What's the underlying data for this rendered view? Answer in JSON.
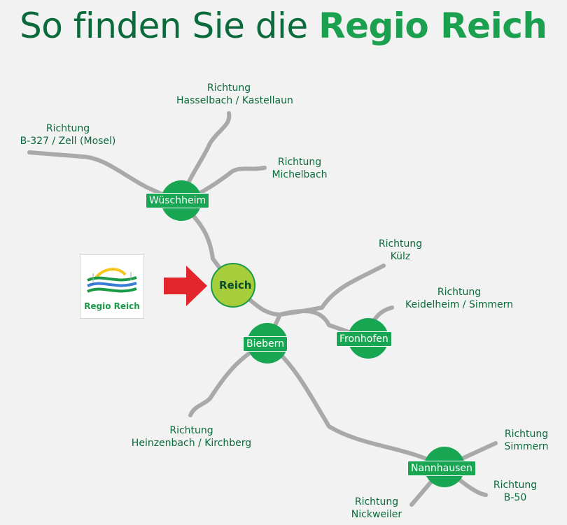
{
  "title": {
    "prefix": "So finden Sie die",
    "brand": "Regio Reich"
  },
  "logo": {
    "text": "Regio Reich"
  },
  "towns": {
    "wueschheim": "Wüschheim",
    "reich": "Reich",
    "biebern": "Biebern",
    "fronhofen": "Fronhofen",
    "nannhausen": "Nannhausen"
  },
  "directions": {
    "hasselbach": {
      "line1": "Richtung",
      "line2": "Hasselbach / Kastellaun"
    },
    "b327": {
      "line1": "Richtung",
      "line2": "B-327 / Zell (Mosel)"
    },
    "michelbach": {
      "line1": "Richtung",
      "line2": "Michelbach"
    },
    "kuelz": {
      "line1": "Richtung",
      "line2": "Külz"
    },
    "keidelheim": {
      "line1": "Richtung",
      "line2": "Keidelheim / Simmern"
    },
    "heinzenbach": {
      "line1": "Richtung",
      "line2": "Heinzenbach / Kirchberg"
    },
    "simmern": {
      "line1": "Richtung",
      "line2": "Simmern"
    },
    "b50": {
      "line1": "Richtung",
      "line2": "B-50"
    },
    "nickweiler": {
      "line1": "Richtung",
      "line2": "Nickweiler"
    }
  },
  "colors": {
    "dark_green": "#0b6a3b",
    "green": "#18a653",
    "lime": "#a6cd3a",
    "road": "#a9a9a9",
    "arrow": "#e3262b"
  }
}
